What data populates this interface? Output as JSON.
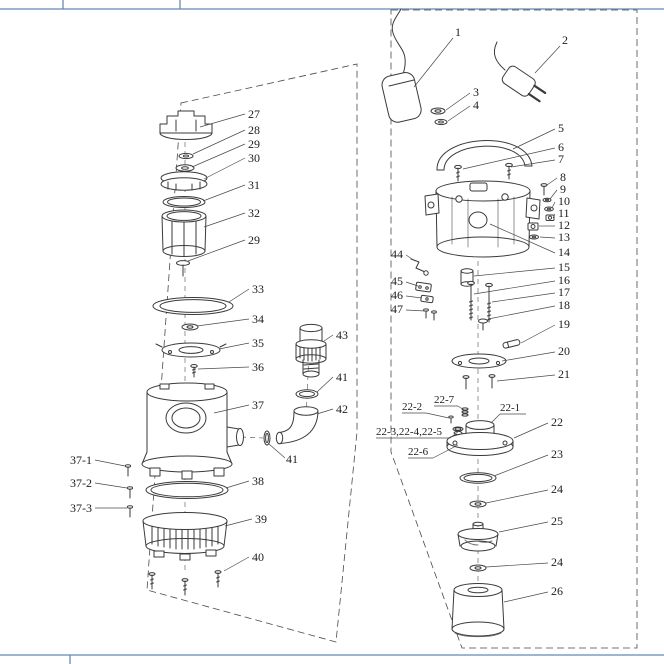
{
  "page": {
    "background": "#ffffff",
    "frame_color": "#6688b4",
    "line_color": "#3a3a3a",
    "leader_color": "#4a4a4a"
  },
  "callouts": {
    "left": {
      "n27": "27",
      "n28": "28",
      "n29a": "29",
      "n30": "30",
      "n31": "31",
      "n32": "32",
      "n29b": "29",
      "n33": "33",
      "n34": "34",
      "n35": "35",
      "n36": "36",
      "n37": "37",
      "n38": "38",
      "n39": "39",
      "n40": "40",
      "n43": "43",
      "n41a": "41",
      "n42": "42",
      "n41b": "41",
      "n37_1": "37-1",
      "n37_2": "37-2",
      "n37_3": "37-3"
    },
    "right": {
      "n1": "1",
      "n2": "2",
      "n3": "3",
      "n4": "4",
      "n5": "5",
      "n6": "6",
      "n7": "7",
      "n8": "8",
      "n9": "9",
      "n10": "10",
      "n11": "11",
      "n12": "12",
      "n13": "13",
      "n14": "14",
      "n15": "15",
      "n16": "16",
      "n17": "17",
      "n18": "18",
      "n19": "19",
      "n20": "20",
      "n21": "21",
      "n44": "44",
      "n45": "45",
      "n46": "46",
      "n47": "47",
      "n22_2": "22-2",
      "n22_7": "22-7",
      "n22_1": "22-1",
      "n22_345": "22-3,22-4,22-5",
      "n22_6": "22-6",
      "n22": "22",
      "n23": "23",
      "n24a": "24",
      "n25": "25",
      "n24b": "24",
      "n26": "26"
    }
  }
}
